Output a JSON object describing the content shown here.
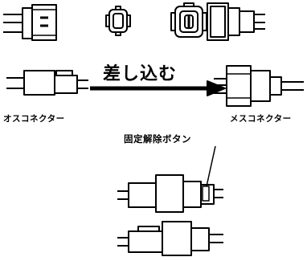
{
  "labels": {
    "insert": "差し込む",
    "male_connector": "オスコネクター",
    "female_connector": "メスコネクター",
    "release_button": "固定解除ボタン"
  },
  "icons": [
    "arrow-right-icon"
  ],
  "colors": {
    "line": "#000000",
    "background": "#ffffff"
  }
}
